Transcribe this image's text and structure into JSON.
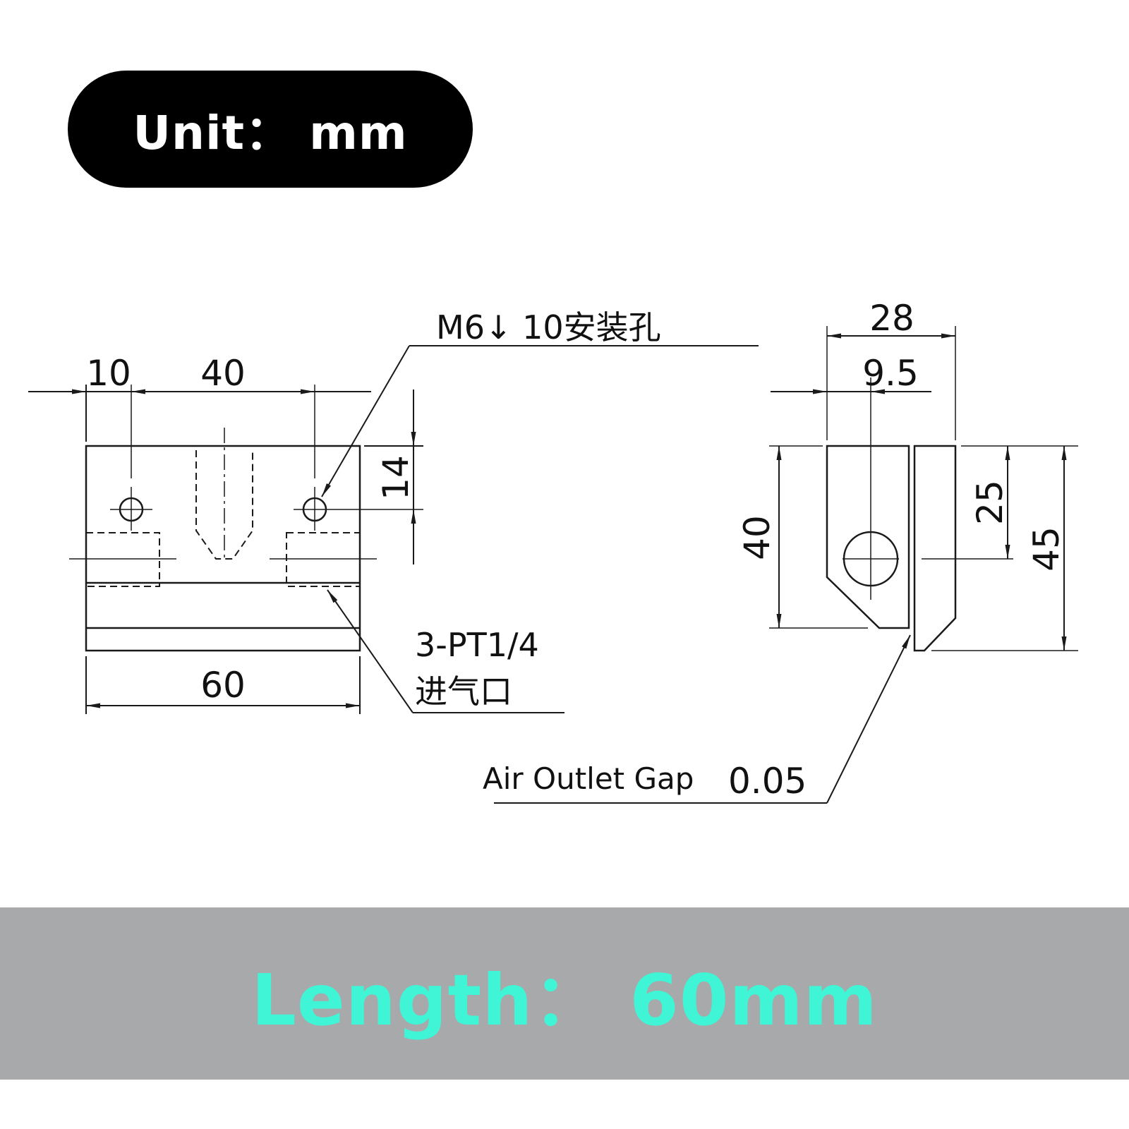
{
  "unit_label": "Unit： mm",
  "length_label": "Length： 60mm",
  "colors": {
    "pill_bg": "#000000",
    "band_bg": "#a8a9aa",
    "length_text": "#3ff5d6",
    "line": "#1a1a1a"
  },
  "front_view": {
    "dim_hole_offset": "10",
    "dim_hole_spacing": "40",
    "dim_hole_height": "14",
    "dim_length": "60",
    "mount_hole_note": "M6↓ 10安装孔",
    "inlet_note_line1": "3-PT1/4",
    "inlet_note_line2": "进气口"
  },
  "side_view": {
    "dim_total_width": "28",
    "dim_bore_offset": "9.5",
    "dim_body_height": "40",
    "dim_bore_height": "25",
    "dim_total_height": "45",
    "gap_label": "Air Outlet Gap",
    "gap_value": "0.05"
  }
}
